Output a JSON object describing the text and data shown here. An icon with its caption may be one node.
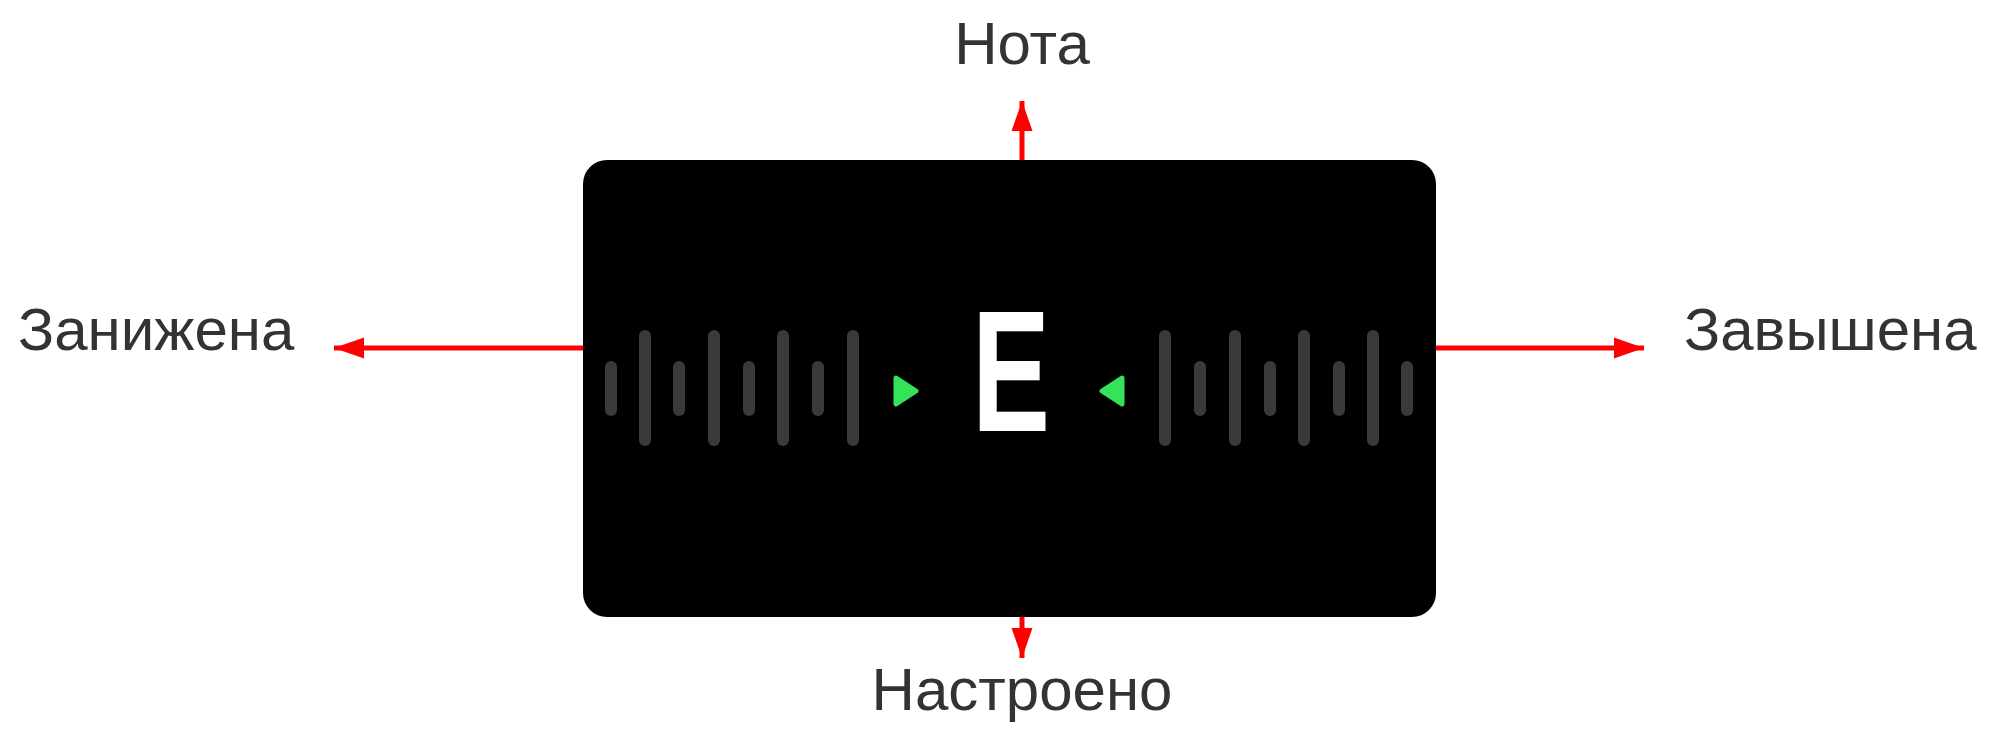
{
  "diagram": {
    "nodes": [
      {
        "text": [
          "Нота"
        ]
      },
      {
        "text": [
          "Занижена"
        ]
      },
      {
        "text": [
          "E"
        ]
      },
      {
        "text": [
          "Завышена"
        ]
      },
      {
        "text": [
          "Настроено"
        ]
      }
    ],
    "edges": [
      {
        "from": 2,
        "to": 0,
        "arrow": "to",
        "color": "#ff0000"
      },
      {
        "from": 2,
        "to": 1,
        "arrow": "to",
        "color": "#ff0000"
      },
      {
        "from": 2,
        "to": 3,
        "arrow": "to",
        "color": "#ff0000"
      },
      {
        "from": 2,
        "to": 4,
        "arrow": "to",
        "color": "#ff0000"
      }
    ]
  }
}
